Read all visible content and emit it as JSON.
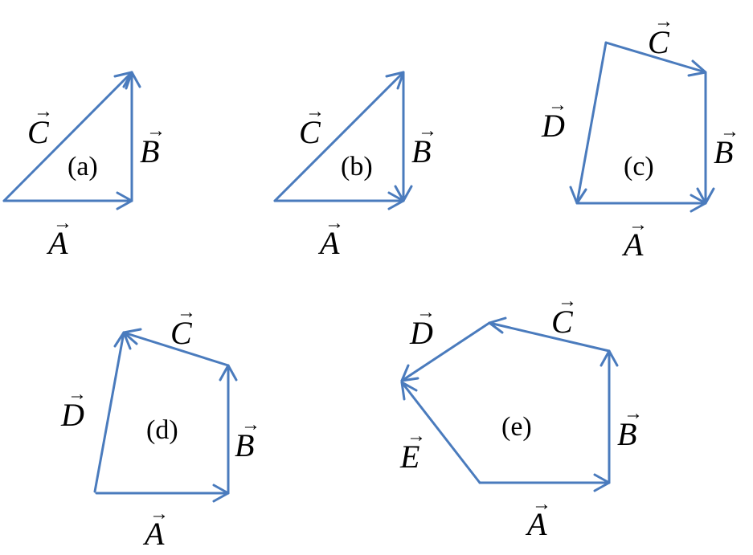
{
  "diagrams": [
    {
      "id": "a",
      "label": "(a)",
      "vectors": [
        {
          "name": "A"
        },
        {
          "name": "B"
        },
        {
          "name": "C"
        }
      ]
    },
    {
      "id": "b",
      "label": "(b)",
      "vectors": [
        {
          "name": "A"
        },
        {
          "name": "B"
        },
        {
          "name": "C"
        }
      ]
    },
    {
      "id": "c",
      "label": "(c)",
      "vectors": [
        {
          "name": "A"
        },
        {
          "name": "B"
        },
        {
          "name": "C"
        },
        {
          "name": "D"
        }
      ]
    },
    {
      "id": "d",
      "label": "(d)",
      "vectors": [
        {
          "name": "A"
        },
        {
          "name": "B"
        },
        {
          "name": "C"
        },
        {
          "name": "D"
        }
      ]
    },
    {
      "id": "e",
      "label": "(e)",
      "vectors": [
        {
          "name": "A"
        },
        {
          "name": "B"
        },
        {
          "name": "C"
        },
        {
          "name": "D"
        },
        {
          "name": "E"
        }
      ]
    }
  ],
  "vector_arrow_glyph": "→",
  "colors": {
    "vector": "#4a7bbd",
    "text": "#000000",
    "background": "#ffffff"
  }
}
